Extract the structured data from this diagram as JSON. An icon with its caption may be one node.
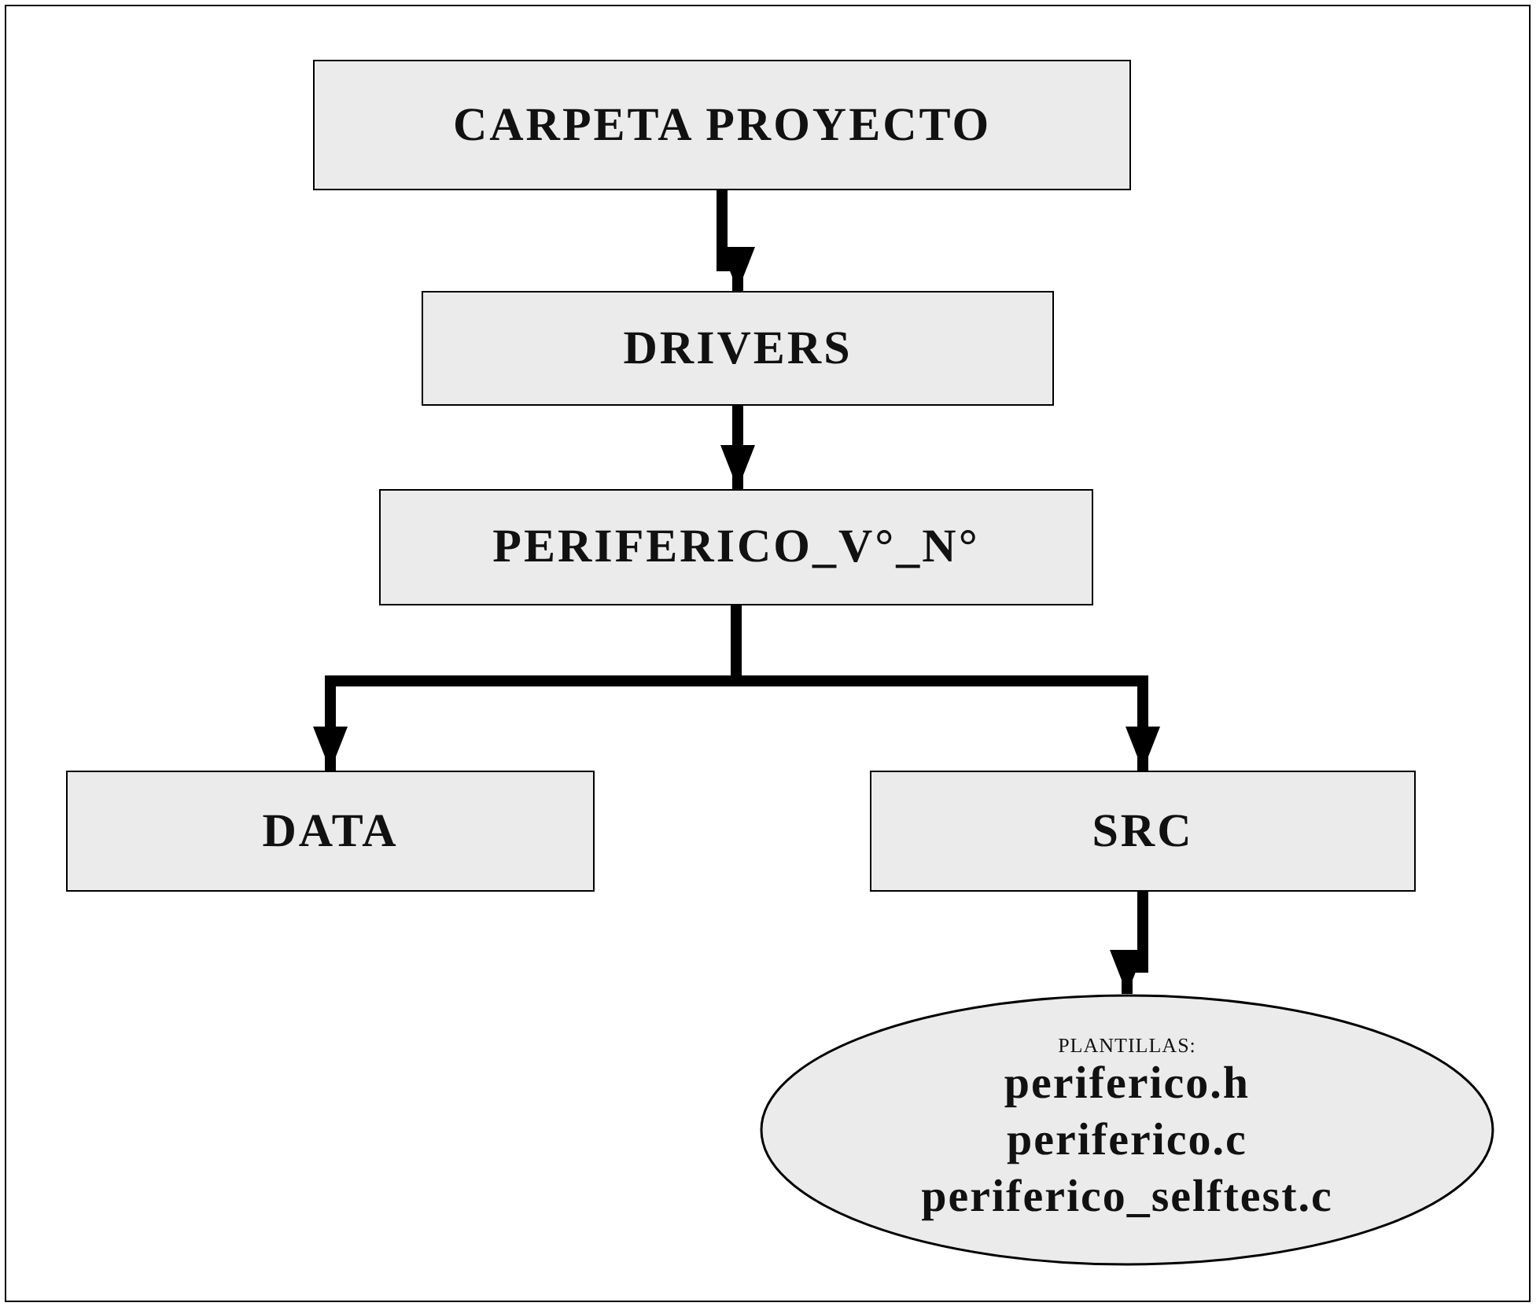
{
  "diagram": {
    "nodes": [
      {
        "text": [
          "CARPETA PROYECTO"
        ]
      },
      {
        "text": [
          "DRIVERS"
        ]
      },
      {
        "text": [
          "PERIFERICO_V°_N°"
        ]
      },
      {
        "text": [
          "DATA"
        ]
      },
      {
        "text": [
          "SRC"
        ]
      },
      {
        "text": [
          "PLANTILLAS:",
          "periferico.h",
          "periferico.c",
          "periferico_selftest.c"
        ]
      }
    ],
    "edges": [
      {
        "from": 0,
        "to": 1,
        "arrow": "to"
      },
      {
        "from": 1,
        "to": 2,
        "arrow": "to"
      },
      {
        "from": 2,
        "to": 3,
        "arrow": "to"
      },
      {
        "from": 2,
        "to": 4,
        "arrow": "to"
      },
      {
        "from": 4,
        "to": 5,
        "arrow": "to"
      }
    ]
  }
}
